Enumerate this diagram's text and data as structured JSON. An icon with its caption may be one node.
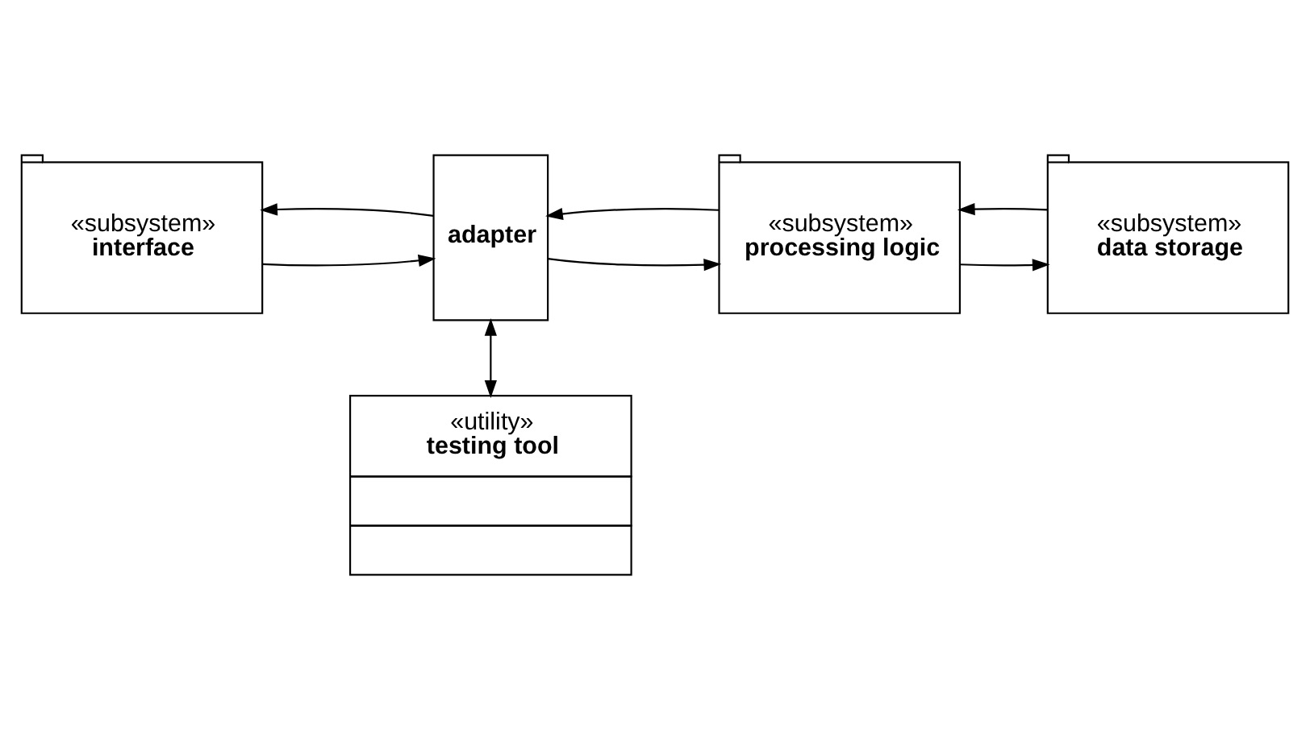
{
  "diagram": {
    "nodes": [
      {
        "text": [
          "«subsystem»",
          "interface"
        ]
      },
      {
        "text": [
          "adapter"
        ]
      },
      {
        "text": [
          "«subsystem»",
          "processing logic"
        ]
      },
      {
        "text": [
          "«subsystem»",
          "data storage"
        ]
      },
      {
        "text": [
          "«utility»",
          "testing tool"
        ]
      }
    ],
    "edges": [
      {
        "from": 0,
        "to": 1,
        "arrow": "to"
      },
      {
        "from": 1,
        "to": 0,
        "arrow": "to"
      },
      {
        "from": 1,
        "to": 2,
        "arrow": "to"
      },
      {
        "from": 2,
        "to": 1,
        "arrow": "to"
      },
      {
        "from": 2,
        "to": 3,
        "arrow": "to"
      },
      {
        "from": 3,
        "to": 2,
        "arrow": "to"
      },
      {
        "from": 1,
        "to": 4,
        "arrow": "both"
      }
    ]
  }
}
